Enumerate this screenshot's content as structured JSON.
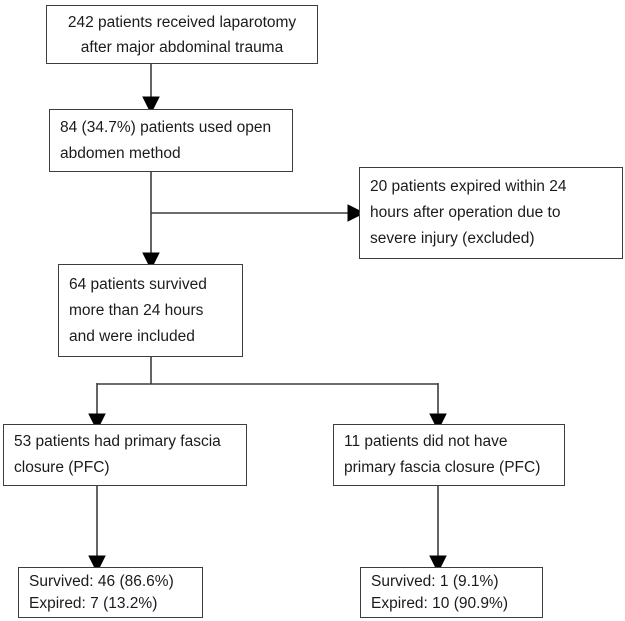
{
  "figure": {
    "type": "patient-flow-diagram",
    "colors": {
      "background": "#ffffff",
      "box_border": "#3d3d3d",
      "text": "#1b1b1b",
      "arrow": "#000000"
    },
    "nodes": [
      {
        "id": "laparotomy",
        "lines": [
          "242 patients received laparotomy",
          "after major abdominal trauma"
        ]
      },
      {
        "id": "open-abdomen",
        "lines": [
          "84 (34.7%) patients used open",
          "abdomen method"
        ]
      },
      {
        "id": "excluded",
        "lines": [
          "20 patients expired within 24",
          "hours after operation due to",
          "severe injury (excluded)"
        ]
      },
      {
        "id": "included",
        "lines": [
          "64 patients survived",
          "more than 24 hours",
          "and were included"
        ]
      },
      {
        "id": "pfc",
        "lines": [
          "53 patients had primary fascia",
          "closure (PFC)"
        ]
      },
      {
        "id": "no-pfc",
        "lines": [
          "11 patients did not have",
          "primary fascia closure (PFC)"
        ]
      },
      {
        "id": "pfc-outcomes",
        "lines": [
          "Survived: 46 (86.6%)",
          "Expired: 7 (13.2%)"
        ]
      },
      {
        "id": "no-pfc-outcomes",
        "lines": [
          "Survived: 1 (9.1%)",
          "Expired: 10 (90.9%)"
        ]
      }
    ],
    "connections": [
      {
        "from": "laparotomy",
        "to": "open-abdomen",
        "arrow": true
      },
      {
        "from": "open-abdomen",
        "to": "excluded",
        "arrow": true
      },
      {
        "from": "open-abdomen",
        "to": "included",
        "arrow": true
      },
      {
        "from": "included",
        "to": "pfc",
        "arrow": true
      },
      {
        "from": "included",
        "to": "no-pfc",
        "arrow": true
      },
      {
        "from": "pfc",
        "to": "pfc-outcomes",
        "arrow": true
      },
      {
        "from": "no-pfc",
        "to": "no-pfc-outcomes",
        "arrow": true
      }
    ]
  }
}
